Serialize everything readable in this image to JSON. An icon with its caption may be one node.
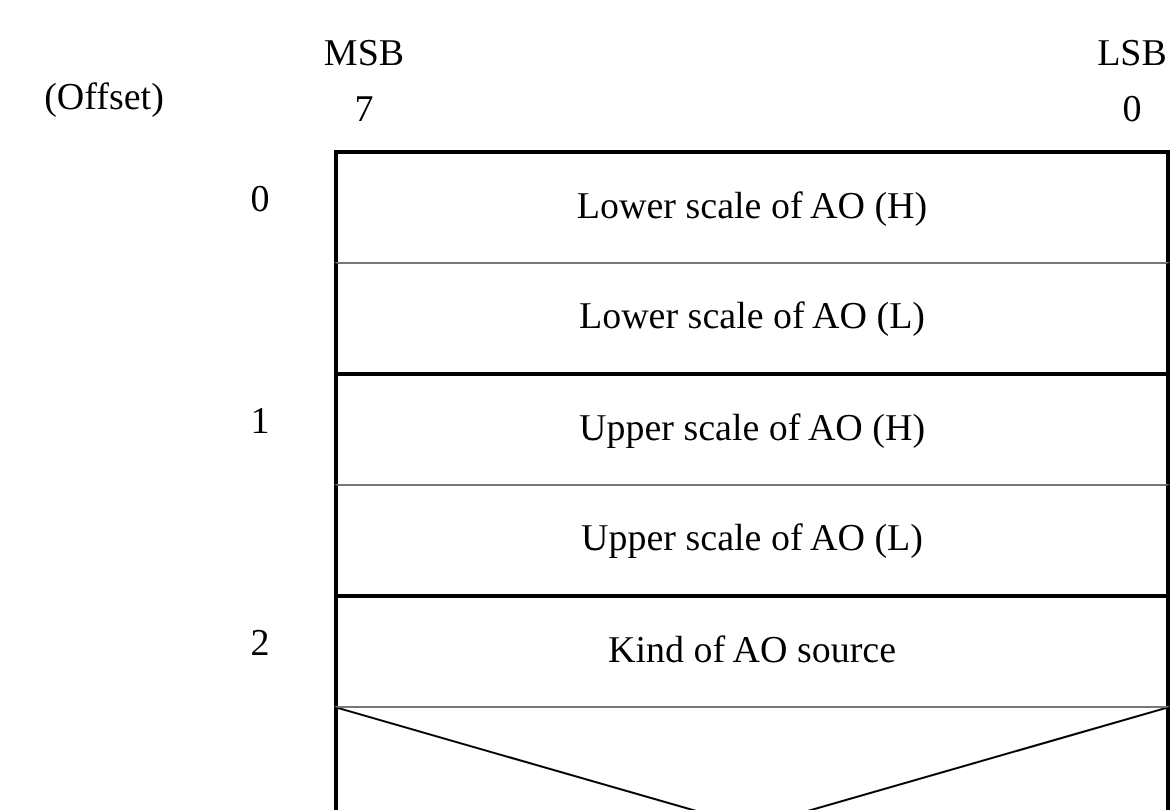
{
  "diagram": {
    "nodes": [
      {
        "text": [
          "Lower scale of AO (H)"
        ]
      },
      {
        "text": [
          "Lower scale of AO (L)"
        ]
      },
      {
        "text": [
          "Upper scale of AO (H)"
        ]
      },
      {
        "text": [
          "Upper scale of AO (L)"
        ]
      },
      {
        "text": [
          "Kind of AO source"
        ]
      },
      {
        "text": [],
        "shape": "box"
      }
    ],
    "labels": [
      "(Offset)",
      "MSB",
      "7",
      "LSB",
      "0",
      "0",
      "1",
      "2"
    ]
  }
}
